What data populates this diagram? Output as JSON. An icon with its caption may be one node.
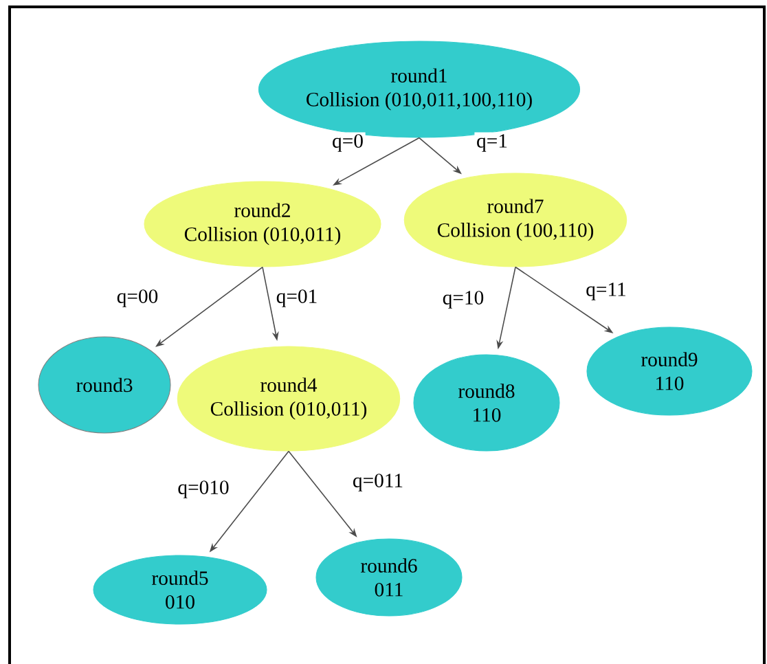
{
  "diagram": {
    "nodes": [
      {
        "text": [
          "round1",
          "Collision (010,011,100,110)"
        ]
      },
      {
        "text": [
          "round2",
          "Collision (010,011)"
        ]
      },
      {
        "text": [
          "round7",
          "Collision (100,110)"
        ]
      },
      {
        "text": [
          "round3"
        ]
      },
      {
        "text": [
          "round4",
          "Collision (010,011)"
        ]
      },
      {
        "text": [
          "round8",
          "110"
        ]
      },
      {
        "text": [
          "round9",
          "110"
        ]
      },
      {
        "text": [
          "round5",
          "010"
        ]
      },
      {
        "text": [
          "round6",
          "011"
        ]
      }
    ],
    "edges": [
      {
        "from": 0,
        "to": 1,
        "arrow": "to",
        "label": "q=0"
      },
      {
        "from": 0,
        "to": 2,
        "arrow": "to",
        "label": "q=1"
      },
      {
        "from": 1,
        "to": 3,
        "arrow": "to",
        "label": "q=00"
      },
      {
        "from": 1,
        "to": 4,
        "arrow": "to",
        "label": "q=01"
      },
      {
        "from": 2,
        "to": 5,
        "arrow": "to",
        "label": "q=10"
      },
      {
        "from": 2,
        "to": 6,
        "arrow": "to",
        "label": "q=11"
      },
      {
        "from": 4,
        "to": 7,
        "arrow": "to",
        "label": "q=010"
      },
      {
        "from": 4,
        "to": 8,
        "arrow": "to",
        "label": "q=011"
      }
    ]
  }
}
